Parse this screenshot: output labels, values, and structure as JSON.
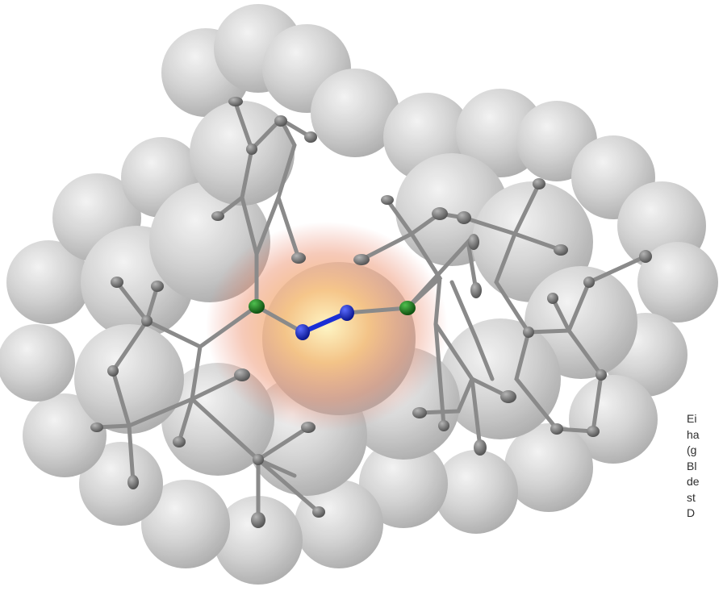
{
  "image": {
    "subject": "molecule-3d-model",
    "colors": {
      "background": "#ffffff",
      "shell": "#c9c9c9",
      "shell_highlight": "#ececec",
      "bond": "#8a8a8a",
      "atom": "#6e6e6e",
      "boron": "#1e7a1e",
      "nitrogen": "#1a2fd6",
      "glow_core": "#fff1b0",
      "glow_outer": "#f0875a"
    }
  },
  "caption": {
    "lines": [
      "Ei",
      "ha",
      "(g",
      "Bl",
      "de",
      "st",
      "D"
    ]
  }
}
